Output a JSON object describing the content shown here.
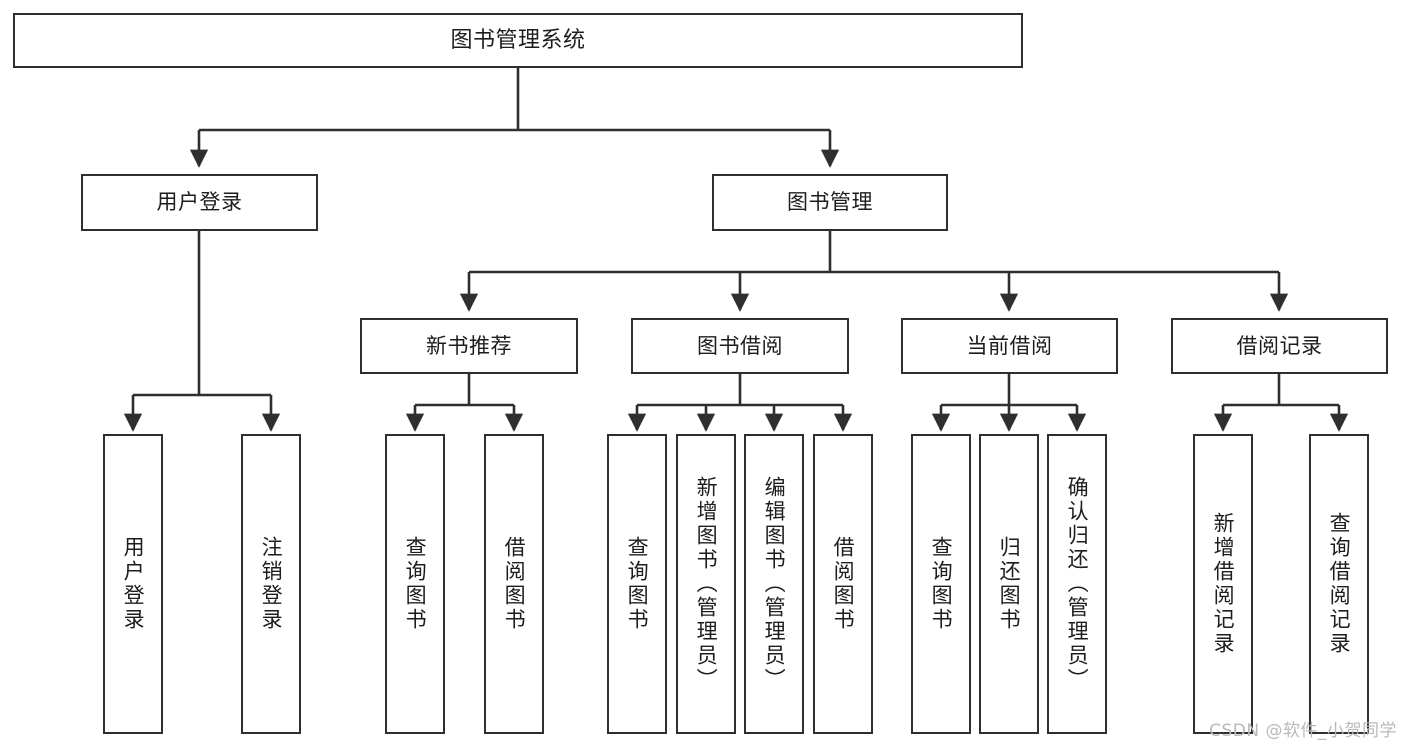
{
  "diagram": {
    "title": "图书管理系统",
    "type": "tree-hierarchy-diagram",
    "colors": {
      "box_border": "#2f2f2f",
      "box_fill": "#ffffff",
      "line": "#2f2f2f",
      "text": "#1d1d1d",
      "watermark": "#b9b9b9"
    },
    "root": {
      "label": "图书管理系统"
    },
    "level2": [
      {
        "label": "用户登录"
      },
      {
        "label": "图书管理"
      }
    ],
    "level3": [
      {
        "label": "新书推荐"
      },
      {
        "label": "图书借阅"
      },
      {
        "label": "当前借阅"
      },
      {
        "label": "借阅记录"
      }
    ],
    "leaves": {
      "user_login": [
        {
          "label": "用户登录"
        },
        {
          "label": "注销登录"
        }
      ],
      "new_book_recommend": [
        {
          "label": "查询图书"
        },
        {
          "label": "借阅图书"
        }
      ],
      "book_borrow": [
        {
          "label": "查询图书"
        },
        {
          "label": "新增图书（管理员）"
        },
        {
          "label": "编辑图书（管理员）"
        },
        {
          "label": "借阅图书"
        }
      ],
      "current_borrow": [
        {
          "label": "查询图书"
        },
        {
          "label": "归还图书"
        },
        {
          "label": "确认归还（管理员）"
        }
      ],
      "borrow_records": [
        {
          "label": "新增借阅记录"
        },
        {
          "label": "查询借阅记录"
        }
      ]
    },
    "watermark": "CSDN @软件_小贺同学"
  }
}
